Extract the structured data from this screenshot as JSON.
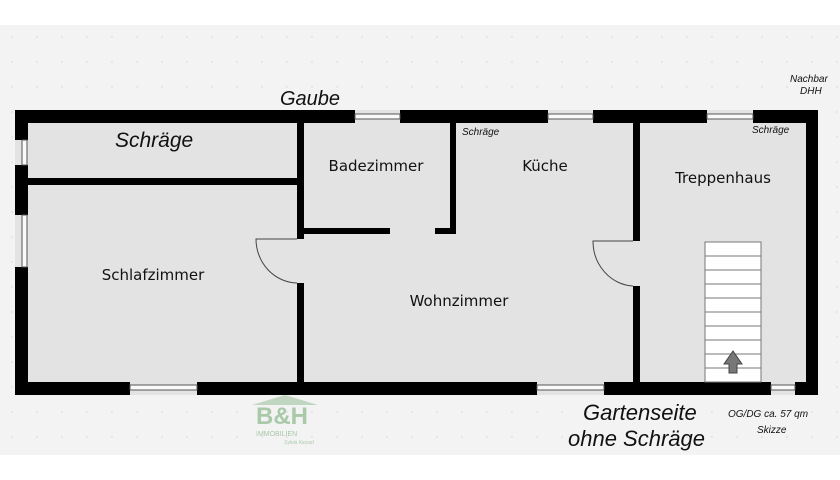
{
  "plan": {
    "labels": {
      "gaube": "Gaube",
      "schraege_big": "Schräge",
      "schraege_small_1": "Schräge",
      "schraege_small_2": "Schräge",
      "nachbar": "Nachbar",
      "dhh": "DHH",
      "gartenseite": "Gartenseite",
      "ohne_schraege": "ohne Schräge",
      "area": "OG/DG ca. 57 qm",
      "skizze": "Skizze"
    },
    "rooms": {
      "badezimmer": "Badezimmer",
      "kueche": "Küche",
      "treppenhaus": "Treppenhaus",
      "schlafzimmer": "Schlafzimmer",
      "wohnzimmer": "Wohnzimmer"
    },
    "logo": {
      "text": "B&H",
      "sub": "IMMOBILIEN",
      "tagline": "Sylvia Kessel",
      "color": "#a9c9a9"
    },
    "colors": {
      "wall": "#000000",
      "floor": "#e3e3e3",
      "background": "#f3f3f3"
    }
  }
}
